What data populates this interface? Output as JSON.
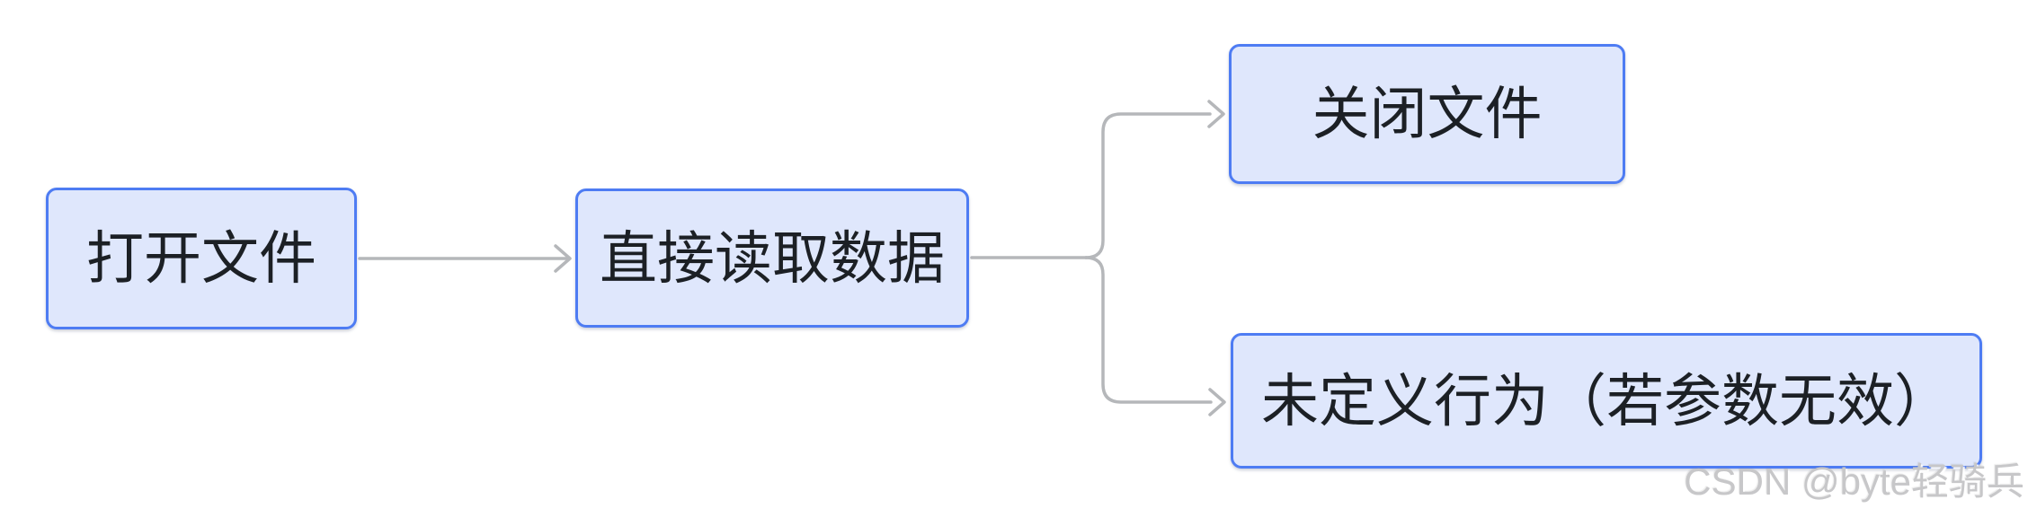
{
  "diagram": {
    "title": "file-io-flowchart",
    "nodes": [
      {
        "id": "open",
        "label": "打开文件"
      },
      {
        "id": "read",
        "label": "直接读取数据"
      },
      {
        "id": "close",
        "label": "关闭文件"
      },
      {
        "id": "undefined",
        "label": "未定义行为（若参数无效）"
      }
    ],
    "edges": [
      {
        "from": "打开文件",
        "to": "直接读取数据"
      },
      {
        "from": "直接读取数据",
        "to": "关闭文件"
      },
      {
        "from": "直接读取数据",
        "to": "未定义行为（若参数无效）"
      }
    ],
    "colors": {
      "canvas_bg": "#ffffff",
      "node_fill": "#dfe7fc",
      "node_border": "#4e7cf3",
      "node_text": "#1c2025",
      "edge": "#b5b7ba",
      "watermark": "#c7c7c9"
    }
  },
  "watermark": {
    "text": "CSDN @byte轻骑兵"
  }
}
